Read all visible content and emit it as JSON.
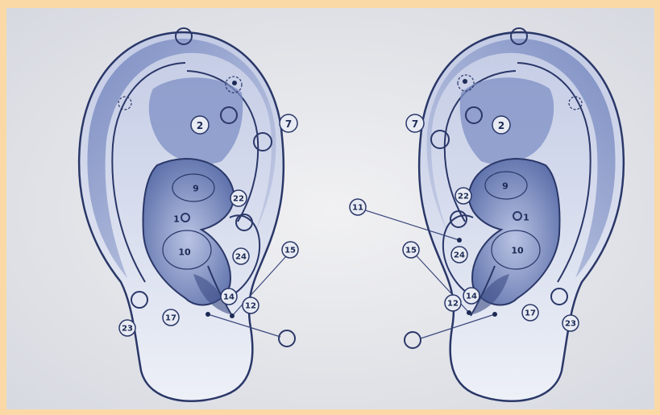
{
  "labels": {
    "left": {
      "p1": "1",
      "p2": "2",
      "p7": "7",
      "p9": "9",
      "p10": "10",
      "p12": "12",
      "p14": "14",
      "p15": "15",
      "p17": "17",
      "p22": "22",
      "p23": "23",
      "p24": "24"
    },
    "right": {
      "p1": "1",
      "p2": "2",
      "p7": "7",
      "p9": "9",
      "p10": "10",
      "p11": "11",
      "p12": "12",
      "p14": "14",
      "p15": "15",
      "p17": "17",
      "p22": "22",
      "p23": "23",
      "p24": "24"
    }
  },
  "colors": {
    "frame": "#fbd9a6",
    "screen": "#e6e8ee",
    "ear_shadow": "#5a6da6",
    "ear_fill": "#9aa8d2",
    "outline": "#2a3768"
  }
}
